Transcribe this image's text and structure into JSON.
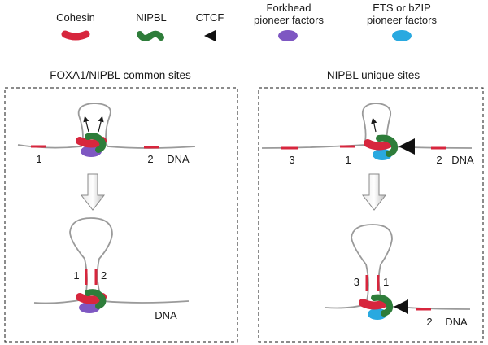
{
  "legend": {
    "cohesin": "Cohesin",
    "nipbl": "NIPBL",
    "ctcf": "CTCF",
    "forkhead_line1": "Forkhead",
    "forkhead_line2": "pioneer factors",
    "ets_line1": "ETS or bZIP",
    "ets_line2": "pioneer factors"
  },
  "left_panel": {
    "title": "FOXA1/NIPBL common sites",
    "top": {
      "site1": "1",
      "site2": "2",
      "dna": "DNA"
    },
    "bottom": {
      "site1": "1",
      "site2": "2",
      "dna": "DNA"
    }
  },
  "right_panel": {
    "title": "NIPBL unique sites",
    "top": {
      "site3": "3",
      "site1": "1",
      "site2": "2",
      "dna": "DNA"
    },
    "bottom": {
      "site3": "3",
      "site1": "1",
      "site2": "2",
      "dna": "DNA"
    }
  },
  "colors": {
    "cohesin": "#d7263d",
    "nipbl": "#2e7d3a",
    "ctcf": "#111111",
    "forkhead": "#7e57c2",
    "ets": "#29a9e0",
    "dna": "#9a9a9a",
    "site": "#d7263d"
  }
}
